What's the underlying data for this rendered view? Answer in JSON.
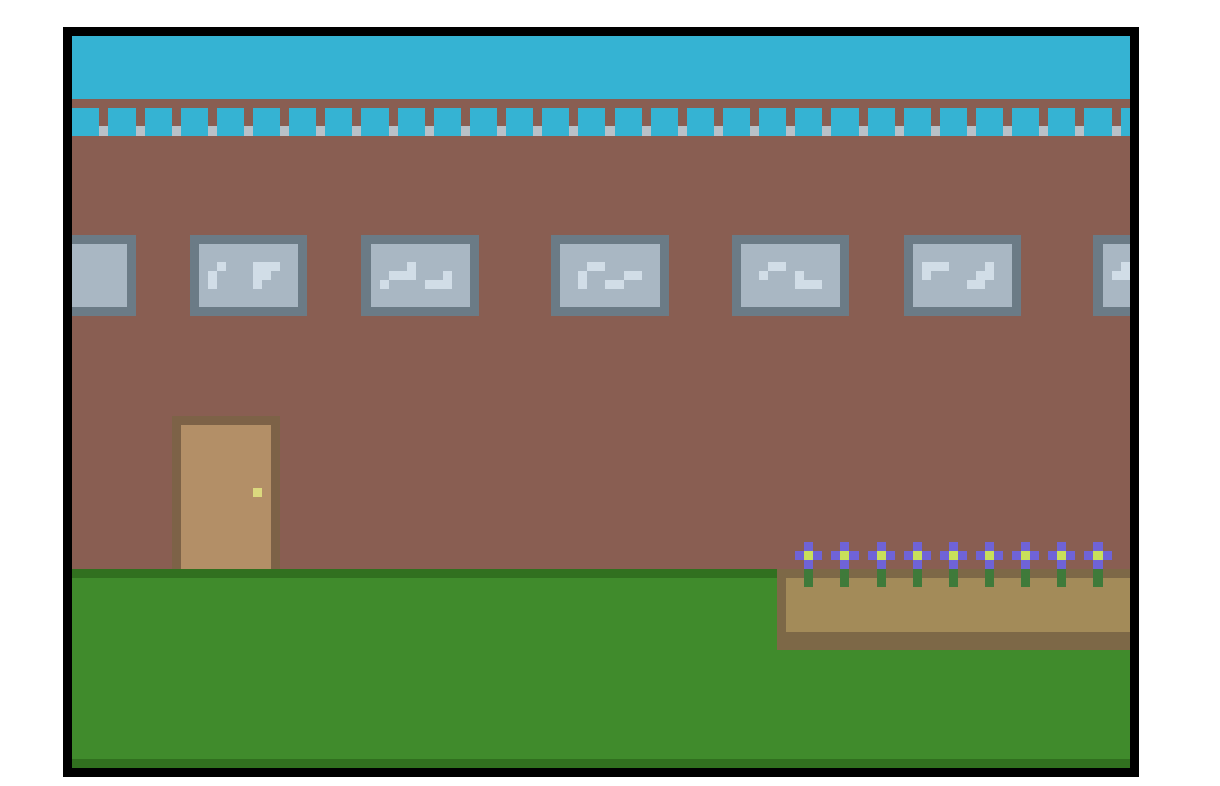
{
  "scene": {
    "name": "pixel-building-exterior",
    "colors": {
      "sky": "#35b3d3",
      "wall": "#895e52",
      "gutter": "#b9c1c8",
      "window_frame": "#6b7b86",
      "window_glass": "#a9b7c3",
      "window_shine": "#d1dde7",
      "door_frame": "#7d6247",
      "door_panel": "#b38f67",
      "door_knob": "#dbd97e",
      "grass": "#408b2c",
      "grass_dark": "#31701f",
      "planter_frame": "#7d6847",
      "soil": "#a38b59",
      "petal": "#6f63d7",
      "flower_center": "#c8e05a",
      "stem": "#3f7a3a"
    },
    "windows_count": 7,
    "flowers_count": 9,
    "battlements_count": 30
  }
}
